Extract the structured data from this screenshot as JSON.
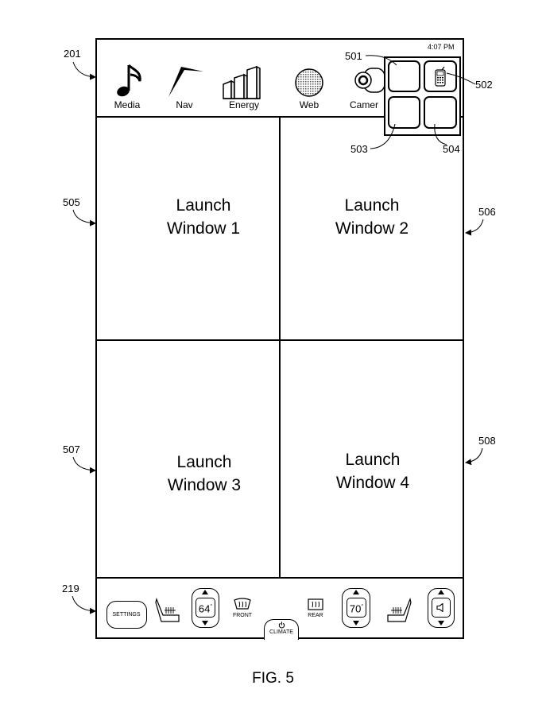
{
  "status_bar": {
    "time": "4:07 PM"
  },
  "app_bar": {
    "apps": [
      {
        "label": "Media",
        "icon": "music-note-icon"
      },
      {
        "label": "Nav",
        "icon": "navigation-arrow-icon"
      },
      {
        "label": "Energy",
        "icon": "energy-bars-icon"
      },
      {
        "label": "Web",
        "icon": "globe-icon"
      },
      {
        "label": "Camera",
        "icon": "camera-icon",
        "visible_text": "Camer"
      }
    ]
  },
  "launch_windows": [
    {
      "title": "Launch\nWindow 1"
    },
    {
      "title": "Launch\nWindow 2"
    },
    {
      "title": "Launch\nWindow 3"
    },
    {
      "title": "Launch\nWindow 4"
    }
  ],
  "climate_bar": {
    "settings_label": "SETTINGS",
    "left_temp": "64",
    "right_temp": "70",
    "degree_symbol": "°",
    "front_label": "FRONT",
    "rear_label": "REAR",
    "climate_label": "CLIMATE"
  },
  "reference_numerals": {
    "r201": "201",
    "r219": "219",
    "r501": "501",
    "r502": "502",
    "r503": "503",
    "r504": "504",
    "r505": "505",
    "r506": "506",
    "r507": "507",
    "r508": "508"
  },
  "figure_caption": "FIG. 5"
}
